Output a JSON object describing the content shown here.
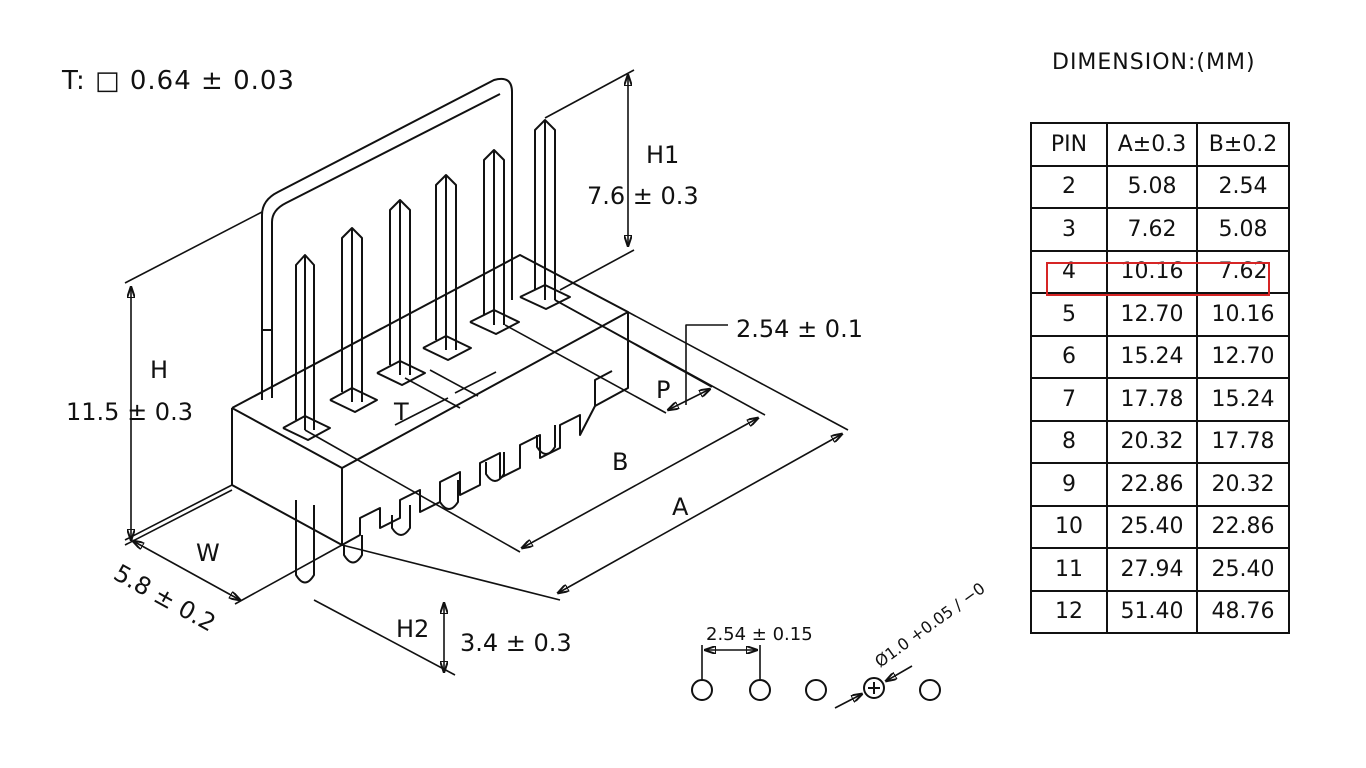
{
  "spec": {
    "terminal": "T: □ 0.64 ± 0.03"
  },
  "table": {
    "title": "DIMENSION:(MM)",
    "headers": [
      "PIN",
      "A±0.3",
      "B±0.2"
    ],
    "rows": [
      [
        "2",
        "5.08",
        "2.54"
      ],
      [
        "3",
        "7.62",
        "5.08"
      ],
      [
        "4",
        "10.16",
        "7.62"
      ],
      [
        "5",
        "12.70",
        "10.16"
      ],
      [
        "6",
        "15.24",
        "12.70"
      ],
      [
        "7",
        "17.78",
        "15.24"
      ],
      [
        "8",
        "20.32",
        "17.78"
      ],
      [
        "9",
        "22.86",
        "20.32"
      ],
      [
        "10",
        "25.40",
        "22.86"
      ],
      [
        "11",
        "27.94",
        "25.40"
      ],
      [
        "12",
        "51.40",
        "48.76"
      ]
    ],
    "highlight_row_pin": "4",
    "highlight_color": "#d62525"
  },
  "dims": {
    "h1_label": "H1",
    "h1_value": "7.6 ± 0.3",
    "h_label": "H",
    "h_value": "11.5 ± 0.3",
    "pitch_value": "2.54 ± 0.1",
    "p_label": "P",
    "t_label": "T",
    "b_label": "B",
    "a_label": "A",
    "w_label": "W",
    "w_value": "5.8 ± 0.2",
    "h2_label": "H2",
    "h2_value": "3.4 ± 0.3"
  },
  "footprint": {
    "pitch_value": "2.54 ± 0.15",
    "hole_value": "Ø1.0 +0.05 / −0"
  }
}
